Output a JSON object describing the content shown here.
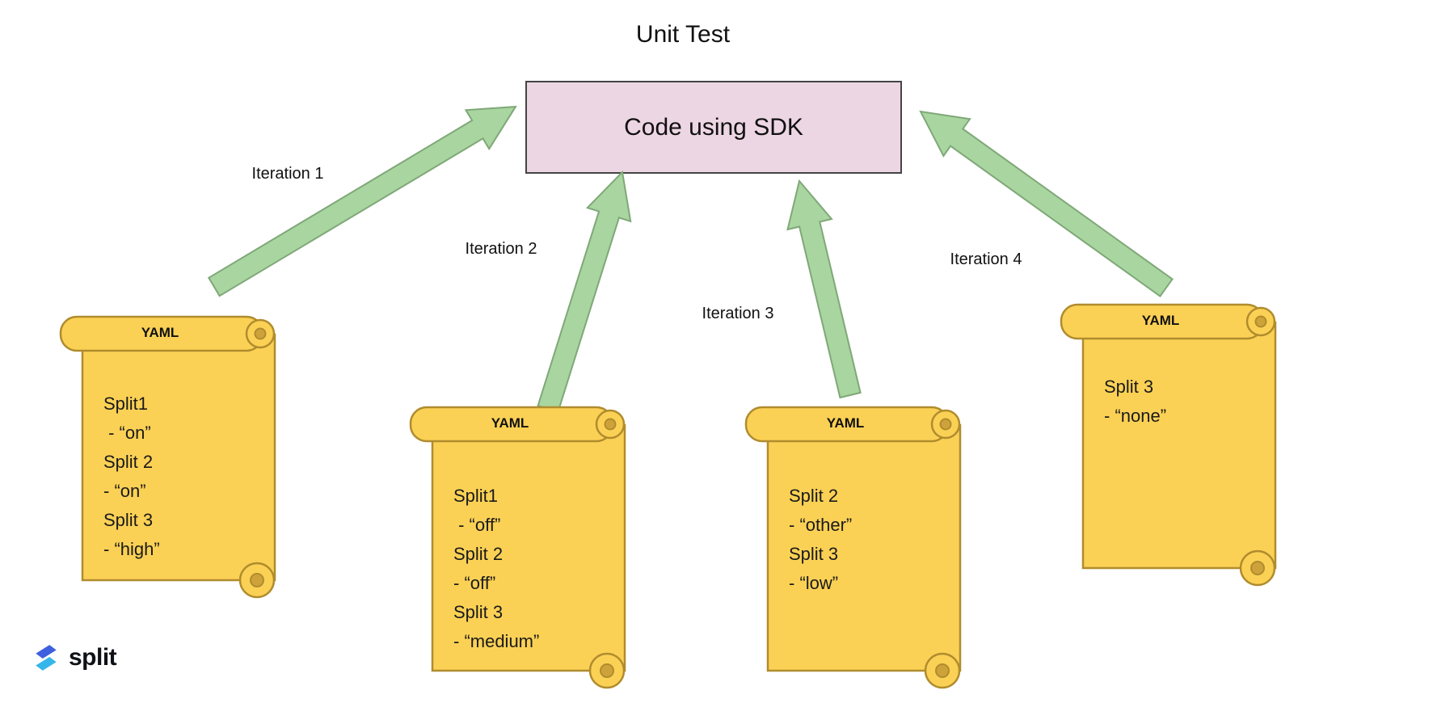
{
  "title": "Unit Test",
  "sdk_box": {
    "label": "Code using SDK"
  },
  "arrows": [
    {
      "label": "Iteration 1"
    },
    {
      "label": "Iteration 2"
    },
    {
      "label": "Iteration 3"
    },
    {
      "label": "Iteration 4"
    }
  ],
  "scrolls": [
    {
      "header": "YAML",
      "lines": [
        "Split1",
        " - “on”",
        "Split 2",
        "- “on”",
        "Split 3",
        "- “high”"
      ]
    },
    {
      "header": "YAML",
      "lines": [
        "Split1",
        " - “off”",
        "Split 2",
        "- “off”",
        "Split 3",
        "- “medium”"
      ]
    },
    {
      "header": "YAML",
      "lines": [
        "Split 2",
        "- “other”",
        "Split 3",
        "- “low”"
      ]
    },
    {
      "header": "YAML",
      "lines": [
        "Split 3",
        "- “none”"
      ]
    }
  ],
  "logo": {
    "text": "split"
  },
  "colors": {
    "scroll_fill": "#FBD155",
    "scroll_stroke": "#B08C2E",
    "scroll_curl": "#CDA23A",
    "arrow_fill": "#A9D5A0",
    "arrow_stroke": "#7FA878",
    "box_fill": "#EDD6E3",
    "box_border": "#444444",
    "logo_blue_dark": "#3E5FDE",
    "logo_blue_light": "#35B6EA"
  }
}
